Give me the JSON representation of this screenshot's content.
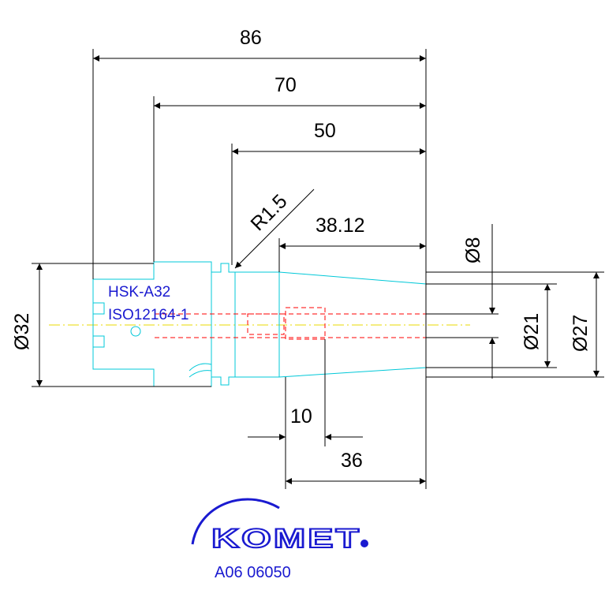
{
  "dimensions": {
    "overall_length": "86",
    "length_70": "70",
    "length_50": "50",
    "radius": "R1.5",
    "length_38_12": "38.12",
    "dia_8": "Ø8",
    "dia_21": "Ø21",
    "dia_27": "Ø27",
    "dia_32": "Ø32",
    "length_10": "10",
    "length_36": "36"
  },
  "spec": {
    "interface": "HSK-A32",
    "standard": "ISO12164-1"
  },
  "brand": {
    "logo": "KOMET"
  },
  "article_number": "A06 06050",
  "colors": {
    "dimension": "#000000",
    "part_outline": "#00c8d8",
    "hidden_lines": "#ff0000",
    "center_axis": "#e8d800",
    "text_blue": "#1a1ad0"
  }
}
